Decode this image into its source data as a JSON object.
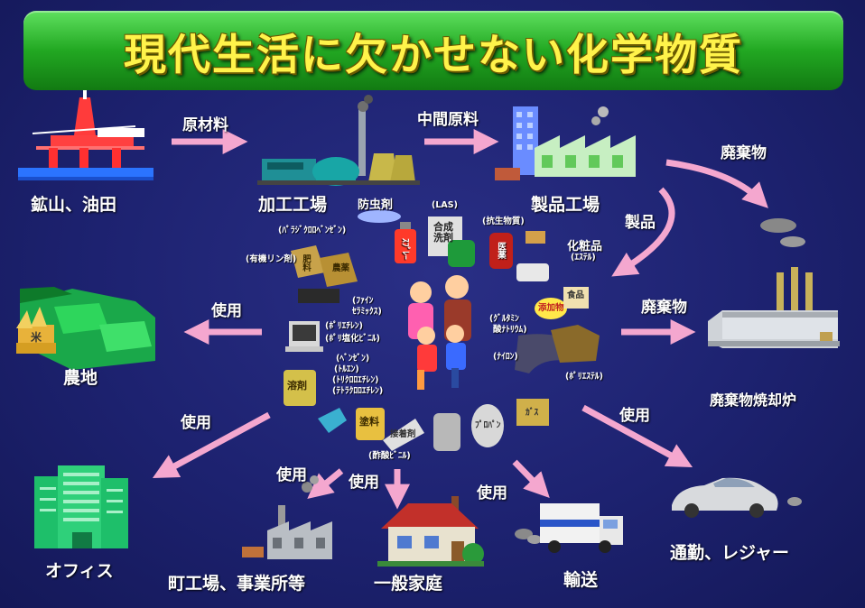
{
  "title": "現代生活に欠かせない化学物質",
  "places": {
    "mine": "鉱山、油田",
    "processing": "加工工場",
    "product_factory": "製品工場",
    "farmland": "農地",
    "incinerator": "廃棄物焼却炉",
    "office": "オフィス",
    "small_factory": "町工場、事業所等",
    "household": "一般家庭",
    "transport": "輸送",
    "commute": "通勤、レジャー"
  },
  "arrows": {
    "raw_material": "原材料",
    "intermediate": "中間原料",
    "waste_top": "廃棄物",
    "products": "製品",
    "waste_mid": "廃棄物",
    "use_farm": "使用",
    "use_office": "使用",
    "use_small": "使用",
    "use_home": "使用",
    "use_transport": "使用",
    "use_commute": "使用"
  },
  "chemicals": {
    "insecticide": "防虫剤",
    "las": "(LAS)",
    "paradichlorobenzene": "(ﾊﾟﾗｼﾞｸﾛﾛﾍﾞﾝｾﾞﾝ)",
    "antibiotic": "(抗生物質)",
    "cosmetics": "化粧品",
    "ester": "(ｴｽﾃﾙ)",
    "organophosphorus": "(有機リン剤)",
    "fine_ceramics_1": "(ﾌｧｲﾝ",
    "fine_ceramics_2": "ｾﾗﾐｯｸｽ)",
    "polyethylene": "(ﾎﾟﾘｴﾁﾚﾝ)",
    "pvc": "(ﾎﾟﾘ塩化ﾋﾞﾆﾙ)",
    "msg_1": "(ｸﾞﾙﾀﾐﾝ",
    "msg_2": "酸ﾅﾄﾘｳﾑ)",
    "nylon": "(ﾅｲﾛﾝ)",
    "polyester": "(ﾎﾟﾘｴｽﾃﾙ)",
    "benzene": "(ﾍﾞﾝｾﾞﾝ)",
    "toluene": "(ﾄﾙｴﾝ)",
    "trichloroethylene": "(ﾄﾘｸﾛﾛｴﾁﾚﾝ)",
    "tetrachloroethylene": "(ﾃﾄﾗｸﾛﾛｴﾁﾚﾝ)",
    "vinyl_acetate": "(酢酸ﾋﾞﾆﾙ)"
  },
  "item_labels": {
    "spray": "ｽﾌﾟﾚｰ",
    "detergent": "合成洗剤",
    "medicine": "医薬",
    "fertilizer": "肥料",
    "pesticide": "農薬",
    "additive": "添加物",
    "food": "食品",
    "solvent": "溶剤",
    "paint": "塗料",
    "adhesive": "接着剤",
    "propane": "ﾌﾟﾛﾊﾟﾝ",
    "gas": "ｶﾞｽ",
    "rice": "米"
  },
  "colors": {
    "arrow": "#f4a7cf",
    "title_text": "#fff34a",
    "banner": "#22a822"
  }
}
